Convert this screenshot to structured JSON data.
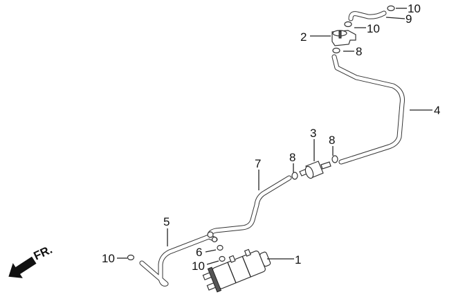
{
  "diagram": {
    "direction_label": "FR.",
    "callouts": [
      {
        "id": "c1",
        "number": "1"
      },
      {
        "id": "c2",
        "number": "2"
      },
      {
        "id": "c3",
        "number": "3"
      },
      {
        "id": "c4",
        "number": "4"
      },
      {
        "id": "c5",
        "number": "5"
      },
      {
        "id": "c6",
        "number": "6"
      },
      {
        "id": "c7",
        "number": "7"
      },
      {
        "id": "c8a",
        "number": "8"
      },
      {
        "id": "c8b",
        "number": "8"
      },
      {
        "id": "c8c",
        "number": "8"
      },
      {
        "id": "c9",
        "number": "9"
      },
      {
        "id": "c10a",
        "number": "10"
      },
      {
        "id": "c10b",
        "number": "10"
      },
      {
        "id": "c10c",
        "number": "10"
      },
      {
        "id": "c10d",
        "number": "10"
      }
    ]
  }
}
